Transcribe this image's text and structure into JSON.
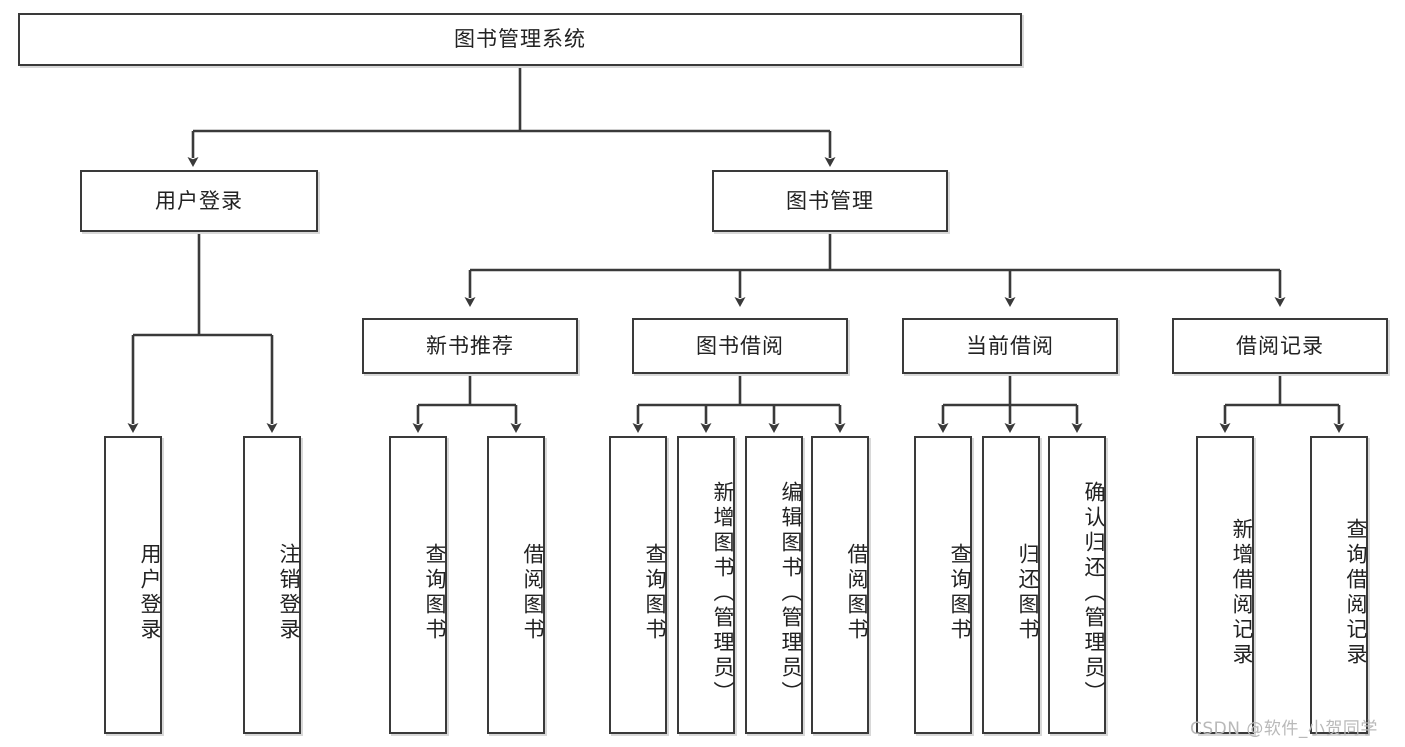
{
  "diagram": {
    "type": "tree-hierarchy",
    "title": "图书管理系统",
    "root": {
      "label": "图书管理系统"
    },
    "level2": [
      {
        "id": "user-login",
        "label": "用户登录"
      },
      {
        "id": "book-manage",
        "label": "图书管理"
      }
    ],
    "level3": [
      {
        "id": "new-book-recommend",
        "label": "新书推荐",
        "parent": "book-manage"
      },
      {
        "id": "book-borrow",
        "label": "图书借阅",
        "parent": "book-manage"
      },
      {
        "id": "current-borrow",
        "label": "当前借阅",
        "parent": "book-manage"
      },
      {
        "id": "borrow-record",
        "label": "借阅记录",
        "parent": "book-manage"
      }
    ],
    "leaves": [
      {
        "id": "leaf-user-login",
        "label": "用户登录",
        "parent": "user-login"
      },
      {
        "id": "leaf-logout",
        "label": "注销登录",
        "parent": "user-login"
      },
      {
        "id": "leaf-query-book-1",
        "label": "查询图书",
        "parent": "new-book-recommend"
      },
      {
        "id": "leaf-borrow-book-1",
        "label": "借阅图书",
        "parent": "new-book-recommend"
      },
      {
        "id": "leaf-query-book-2",
        "label": "查询图书",
        "parent": "book-borrow"
      },
      {
        "id": "leaf-add-book",
        "label": "新增图书（管理员）",
        "parent": "book-borrow"
      },
      {
        "id": "leaf-edit-book",
        "label": "编辑图书（管理员）",
        "parent": "book-borrow"
      },
      {
        "id": "leaf-borrow-book-2",
        "label": "借阅图书",
        "parent": "book-borrow"
      },
      {
        "id": "leaf-query-book-3",
        "label": "查询图书",
        "parent": "current-borrow"
      },
      {
        "id": "leaf-return-book",
        "label": "归还图书",
        "parent": "current-borrow"
      },
      {
        "id": "leaf-confirm-return",
        "label": "确认归还（管理员）",
        "parent": "current-borrow"
      },
      {
        "id": "leaf-add-record",
        "label": "新增借阅记录",
        "parent": "borrow-record"
      },
      {
        "id": "leaf-query-record",
        "label": "查询借阅记录",
        "parent": "borrow-record"
      }
    ]
  },
  "watermark": {
    "text": "CSDN @软件_小贺同学"
  },
  "colors": {
    "border": "#3a3a3a",
    "shadow": "#d8d8d8",
    "background": "#ffffff",
    "text": "#222222",
    "watermark": "#b9b9b9"
  }
}
